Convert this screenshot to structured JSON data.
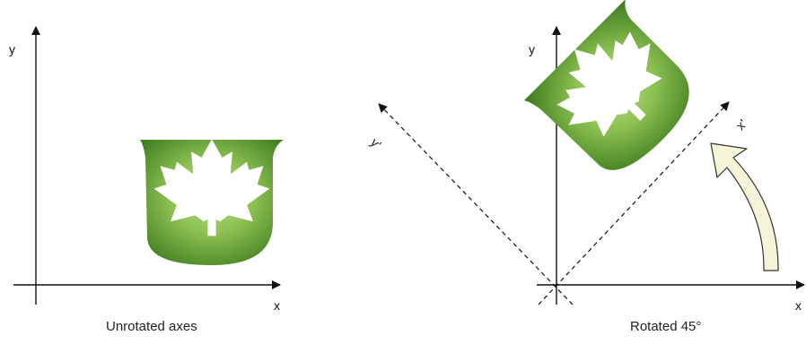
{
  "left_panel": {
    "x_label": "x",
    "y_label": "y",
    "caption": "Unrotated axes"
  },
  "right_panel": {
    "x_label": "x",
    "y_label": "y",
    "x_prime_label": "x'",
    "y_prime_label": "y'",
    "caption": "Rotated 45°",
    "rotation_degrees": 45
  },
  "colors": {
    "axis": "#111111",
    "badge_light": "#8dc152",
    "badge_dark": "#3f7d1f",
    "leaf": "#ffffff",
    "arrow_fill": "#f6f4d8",
    "arrow_stroke": "#333333"
  },
  "icons": {
    "badge": "maple-leaf-badge-icon",
    "rotation_arrow": "curved-arrow-icon"
  }
}
